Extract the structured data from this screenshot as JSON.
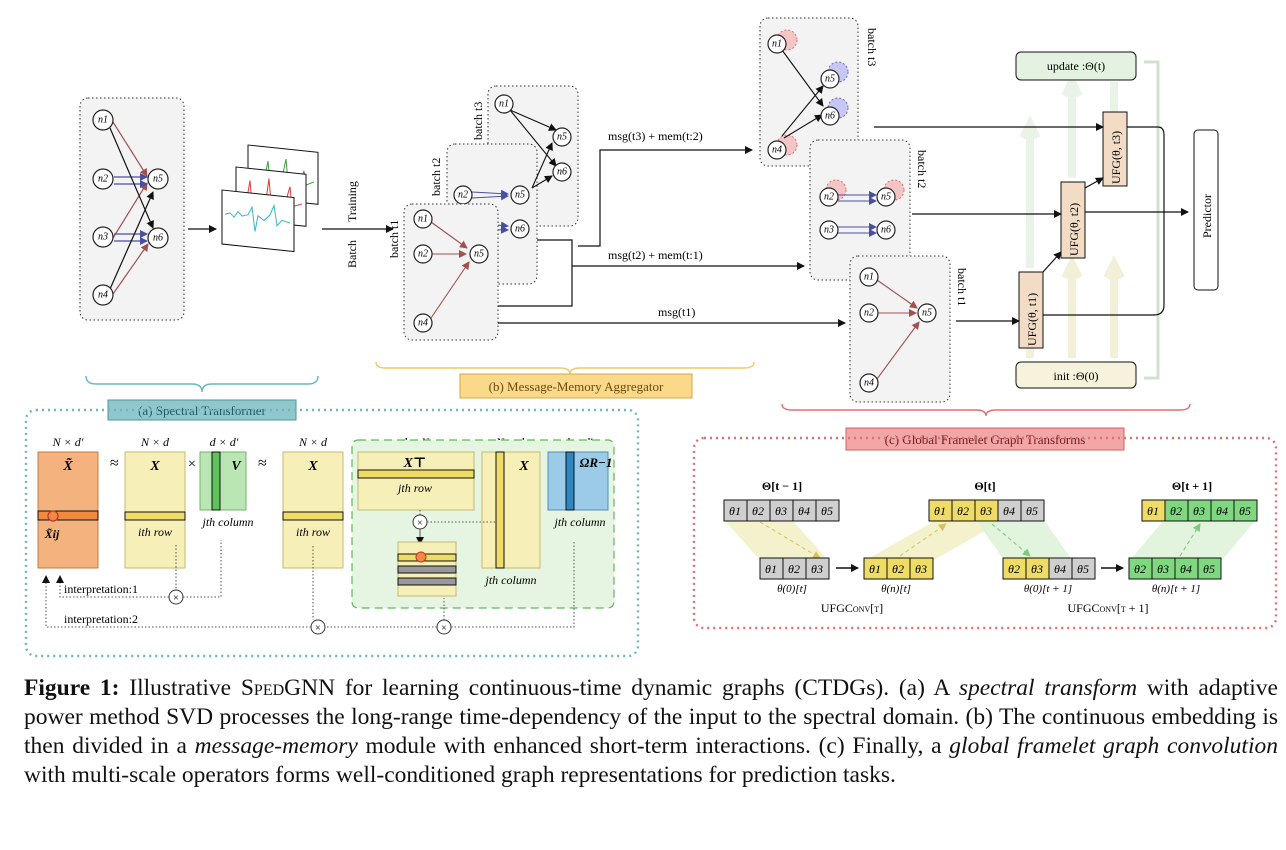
{
  "nodes": {
    "n1": "n1",
    "n2": "n2",
    "n3": "n3",
    "n4": "n4",
    "n5": "n5",
    "n6": "n6"
  },
  "input": {
    "training_label": "Training",
    "batch_label": "Batch"
  },
  "batches": {
    "t1": "batch t1",
    "t2": "batch t2",
    "t3": "batch t3"
  },
  "messages": {
    "m3": "msg(t3) + mem(t:2)",
    "m2": "msg(t2) + mem(t:1)",
    "m1": "msg(t1)"
  },
  "stack": {
    "update": "update :Θ(t)",
    "init": "init :Θ(0)",
    "ufg1": "UFG(θ, t1)",
    "ufg2": "UFG(θ, t2)",
    "ufg3": "UFG(θ, t3)",
    "predictor": "Predictor"
  },
  "sections": {
    "a": "(a) Spectral Transformer",
    "b": "(b) Message-Memory Aggregator",
    "c": "(c) Global Framelet Graph Transforms"
  },
  "spectral": {
    "dims": {
      "d1": "N × d′",
      "d2": "N × d",
      "d3": "d × d′",
      "d4": "N × d",
      "d5": "d × N",
      "d6": "N × d",
      "d7": "d × d′"
    },
    "approx": "≈",
    "times": "×",
    "mat_xt": "X̃",
    "mat_x": "X",
    "mat_v": "V",
    "mat_xT": "X⊤",
    "mat_omega": "ΩR−1",
    "xij": "X̃ij",
    "ith_row": "ith row",
    "jth_column": "jth column",
    "jth_row": "jth row",
    "interp1": "interpretation:1",
    "interp2": "interpretation:2"
  },
  "framelet": {
    "theta_prev": "Θ[t − 1]",
    "theta_now": "Θ[t]",
    "theta_next": "Θ[t + 1]",
    "th1": "θ1",
    "th2": "θ2",
    "th3": "θ3",
    "th4": "θ4",
    "th5": "θ5",
    "sub1": "θ(0)[t]",
    "sub2": "θ(n)[t]",
    "sub3": "θ(0)[t + 1]",
    "sub4": "θ(n)[t + 1]",
    "conv_t": "UFGConv[t]",
    "conv_t1": "UFGConv[t + 1]"
  },
  "caption": {
    "label": "Figure 1:",
    "t1": " Illustrative ",
    "name": "SpedGNN",
    "t2": " for learning continuous-time dynamic graphs (CTDGs). (a) A ",
    "e1": "spectral transform",
    "t3": " with adaptive power method SVD processes the long-range time-dependency of the input to the spectral domain. (b) The continuous embedding is then divided in a ",
    "e2": "message-memory",
    "t4": " module with enhanced short-term interactions. (c) Finally, a ",
    "e3": "global framelet graph convolution",
    "t5": " with multi-scale operators forms well-conditioned graph representations for prediction tasks."
  },
  "colors": {
    "edge_red": "#a0504f",
    "edge_blue": "#4a4fa0",
    "teal": "#6ab7bd",
    "gold": "#f2c96b",
    "pink": "#e07070",
    "orange": "#f3b27e",
    "yellow": "#f7efb8",
    "green": "#b9e6b2",
    "blue": "#9ccbe8",
    "box_fill": "#f3f3f3",
    "stack_green": "#e4f3e1",
    "ufg_fill": "#f2dcc6"
  }
}
